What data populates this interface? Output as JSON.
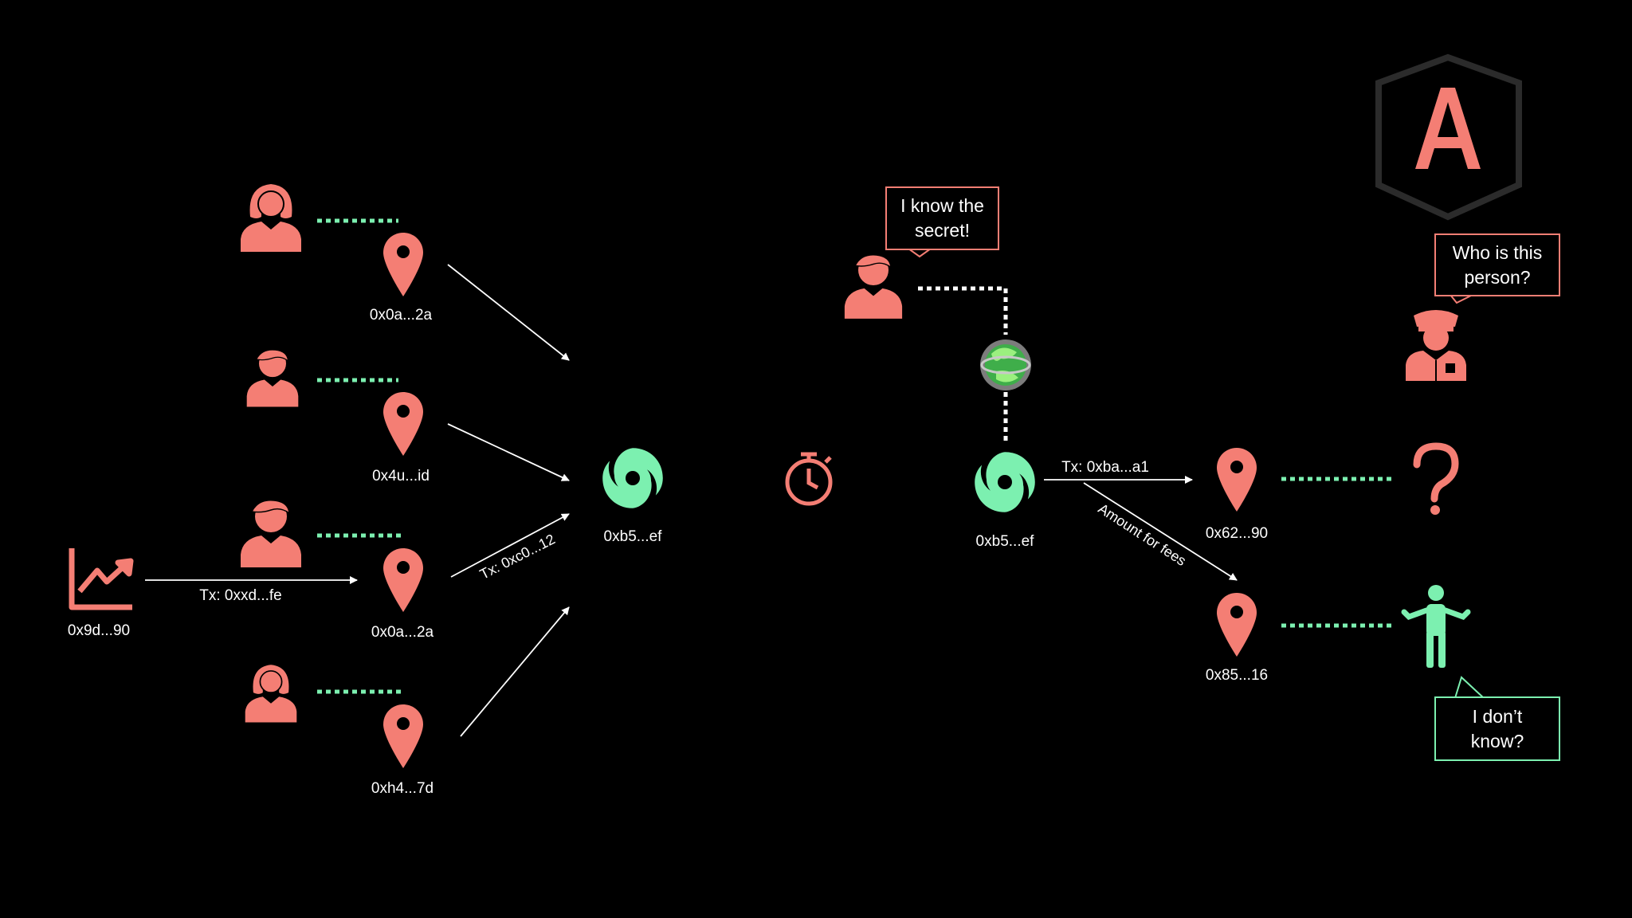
{
  "colors": {
    "background": "#000000",
    "red": "#F47E74",
    "green": "#7CF0B0",
    "white": "#FFFFFF",
    "hexagon": "#2B2B2B"
  },
  "logo": {
    "icon": "anchor-a-logo-icon"
  },
  "sources": {
    "chart_wallet": {
      "address": "0x9d...90",
      "icon": "trending-chart-icon",
      "tx_label": "Tx: 0xxd...fe"
    },
    "users": [
      {
        "icon": "woman-user-icon",
        "address": "0x0a...2a"
      },
      {
        "icon": "boy-user-icon",
        "address": "0x4u...id"
      },
      {
        "icon": "man-user-icon",
        "address": "0x0a...2a",
        "tx_label": "Tx: 0xc0...12"
      },
      {
        "icon": "woman-user-icon",
        "address": "0xh4...7d"
      }
    ]
  },
  "mixer_in": {
    "icon": "swirl-mixer-icon",
    "address": "0xb5...ef"
  },
  "timer": {
    "icon": "stopwatch-icon"
  },
  "secret_user": {
    "icon": "man-user-icon",
    "bubble": "I know the secret!"
  },
  "relayer": {
    "icon": "globe-relayer-icon"
  },
  "mixer_out": {
    "icon": "swirl-mixer-icon",
    "address": "0xb5...ef",
    "tx_label": "Tx: 0xba...a1",
    "fees_label": "Amount for fees"
  },
  "recipient": {
    "address": "0x62...90",
    "question_icon": "question-mark-icon"
  },
  "fee_wallet": {
    "address": "0x85...16",
    "person_icon": "shrugging-person-icon"
  },
  "police": {
    "icon": "police-officer-icon",
    "bubble": "Who is this person?"
  },
  "shrug_bubble": "I don’t know?"
}
